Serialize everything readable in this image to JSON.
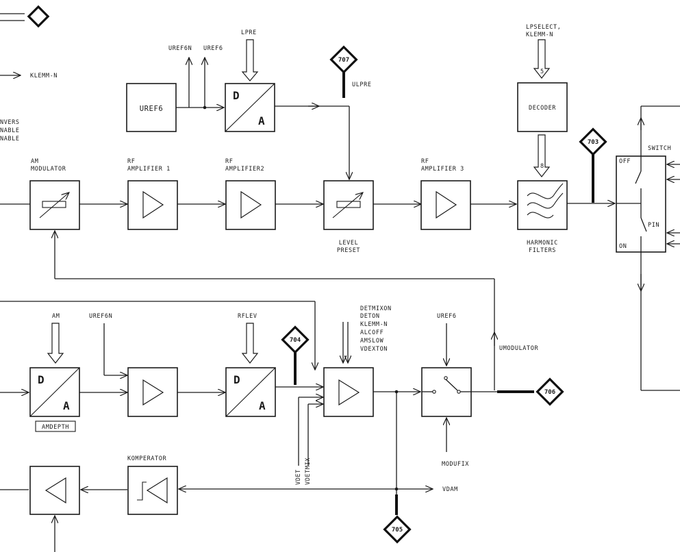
{
  "signals": {
    "klemm_n": "KLEMM-N",
    "uref6n_top": "UREF6N",
    "uref6_top": "UREF6",
    "lpre": "LPRE",
    "ulpre": "ULPRE",
    "lpselect": "LPSELECT,",
    "lpselect_klemm": "KLEMM-N",
    "bus5": "5",
    "bus8": "8",
    "am": "AM",
    "uref6n_bottom": "UREF6N",
    "rflev": "RFLEV",
    "uref6_bottom": "UREF6",
    "umodulator": "UMODULATOR",
    "modufix": "MODUFIX",
    "vdam": "VDAM",
    "vdet": "VDET",
    "vdetmix": "VDETMIX",
    "detmixon": "DETMIXON",
    "deton": "DETON",
    "klemm_n2": "KLEMM-N",
    "alcoff": "ALCOFF",
    "amslow": "AMSLOW",
    "vdexton": "VDEXTON",
    "nvers": "NVERS",
    "nable1": "NABLE",
    "nable2": "NABLE"
  },
  "blocks": {
    "uref6": "UREF6",
    "dac_top_d": "D",
    "dac_top_a": "A",
    "decoder": "DECODER",
    "am_modulator_1": "AM",
    "am_modulator_2": "MODULATOR",
    "rf_amp1_1": "RF",
    "rf_amp1_2": "AMPLIFIER 1",
    "rf_amp2_1": "RF",
    "rf_amp2_2": "AMPLIFIER2",
    "rf_amp3_1": "RF",
    "rf_amp3_2": "AMPLIFIER 3",
    "level_preset_1": "LEVEL",
    "level_preset_2": "PRESET",
    "harmonic_1": "HARMONIC",
    "harmonic_2": "FILTERS",
    "switch": "SWITCH",
    "off": "OFF",
    "on": "ON",
    "pin": "PIN",
    "dac_am_d": "D",
    "dac_am_a": "A",
    "amdepth": "AMDEPTH",
    "dac_rf_d": "D",
    "dac_rf_a": "A",
    "komperator": "KOMPERATOR"
  },
  "testpoints": {
    "tp707": "707",
    "tp703": "703",
    "tp704": "704",
    "tp706": "706",
    "tp705": "705"
  },
  "colors": {
    "ink": "#1a1a1a",
    "paper": "#ffffff"
  }
}
